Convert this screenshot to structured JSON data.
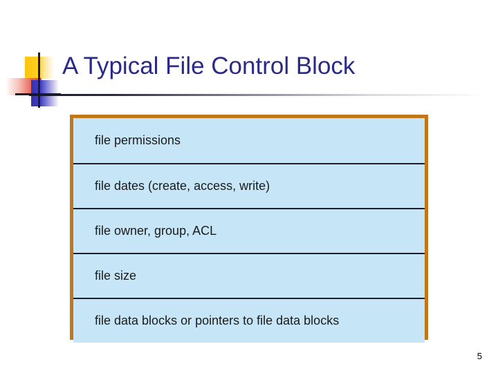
{
  "slide": {
    "title": "A Typical File Control Block",
    "page_number": "5",
    "background_color": "#ffffff",
    "title_color": "#2b2b87"
  },
  "logo": {
    "name": "decorative-slide-logo",
    "yellow_color": "#FFC40D",
    "red_color": "#E8443B",
    "blue_color": "#3333AA",
    "line_color": "#1b1b2e"
  },
  "title_rule": {
    "gradient_from": "#16162b",
    "gradient_to": "#ffffff"
  },
  "fcb": {
    "border_color": "#c2761a",
    "fill_color": "#c6e6f8",
    "divider_color": "#1d1d2b",
    "rows": [
      {
        "label": "file permissions"
      },
      {
        "label": "file dates (create, access, write)"
      },
      {
        "label": "file owner, group, ACL"
      },
      {
        "label": "file size"
      },
      {
        "label": "file data blocks or pointers to file data blocks"
      }
    ]
  }
}
